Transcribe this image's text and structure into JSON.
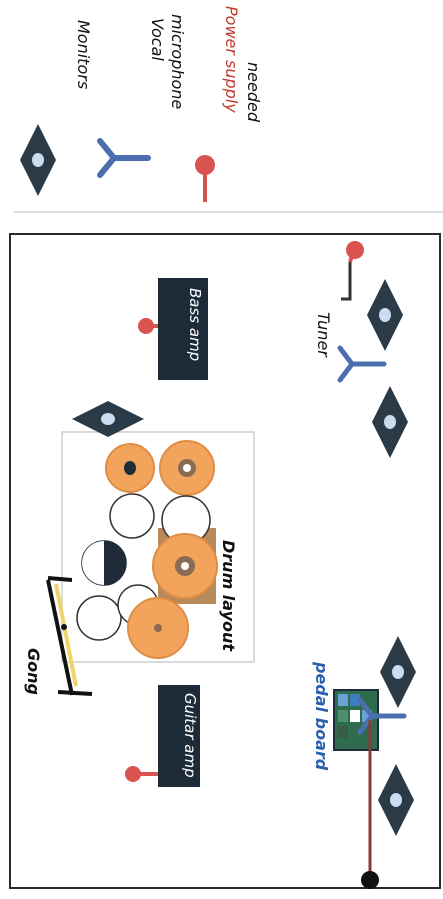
{
  "legend": {
    "items": [
      {
        "key": "monitor",
        "label": "Monitors"
      },
      {
        "key": "mic",
        "label_line1": "Vocal",
        "label_line2": "microphone"
      },
      {
        "key": "power",
        "label_line1": "Power supply",
        "label_line2": "needed"
      }
    ]
  },
  "stage": {
    "bass_amp": "Bass amp",
    "guitar_amp": "Guitar amp",
    "tuner": "Tuner",
    "gong": "Gong",
    "drum_layout": "Drum layout",
    "pedal_board_word1": "pedal",
    "pedal_board_word2": " board"
  },
  "colors": {
    "monitor": "#2b3a47",
    "monitor_dot": "#c9dcf0",
    "mic": "#4b6fae",
    "power": "#d9534f",
    "amp_box": "#1d2a38",
    "drum_orange": "#f2a45c",
    "drum_black": "#1f2b38",
    "gong_yellow": "#f0d36a",
    "pedal_green": "#2f6b4f"
  }
}
